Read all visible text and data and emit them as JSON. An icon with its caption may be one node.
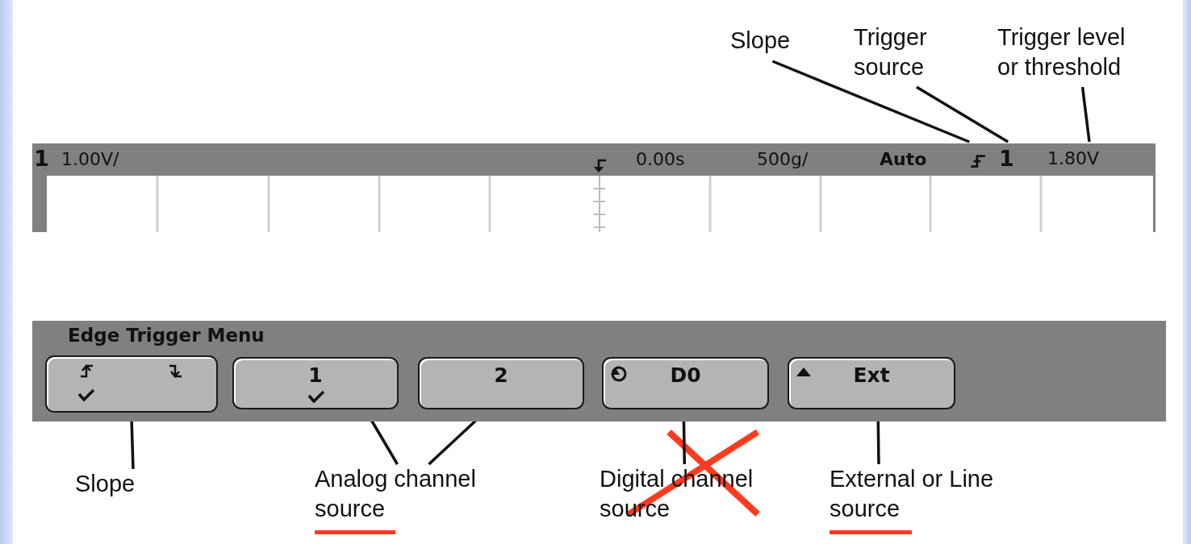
{
  "diagram": {
    "nodes": [
      {
        "text": [
          "Slope"
        ]
      },
      {
        "text": [
          "Trigger source"
        ]
      },
      {
        "text": [
          "Trigger level or threshold"
        ]
      },
      {
        "text": [],
        "shape": "picture"
      },
      {
        "text": [
          "1"
        ]
      },
      {
        "text": [
          "1.80V"
        ]
      },
      {
        "text": [
          "Edge Trigger Menu"
        ]
      },
      {
        "text": [],
        "shape": "box",
        "in": 6
      },
      {
        "text": [],
        "shape": "box",
        "in": 6
      },
      {
        "text": [
          "1"
        ],
        "in": 8
      },
      {
        "text": [
          "2"
        ],
        "in": 8
      },
      {
        "text": [
          "D0"
        ],
        "in": 8
      },
      {
        "text": [
          "Ext"
        ],
        "in": 8
      },
      {
        "text": [
          "Slope"
        ]
      },
      {
        "text": [
          "Analog channel source"
        ]
      },
      {
        "text": [
          "Digital channel source"
        ]
      },
      {
        "text": [
          "External or Line source"
        ]
      }
    ],
    "edges": [
      {
        "from": 0,
        "to": 3,
        "arrow": "none"
      },
      {
        "from": 1,
        "to": 4,
        "arrow": "none"
      },
      {
        "from": 2,
        "to": 5,
        "arrow": "none"
      },
      {
        "from": 13,
        "to": 7,
        "arrow": "none"
      },
      {
        "from": 14,
        "to": 9,
        "arrow": "none"
      },
      {
        "from": 14,
        "to": 10,
        "arrow": "none"
      },
      {
        "from": 15,
        "to": 11,
        "arrow": "none"
      },
      {
        "from": 16,
        "to": 12,
        "arrow": "none"
      }
    ],
    "labels": [
      "1",
      "1.00V/",
      "0.00s",
      "500g/",
      "Auto"
    ]
  }
}
